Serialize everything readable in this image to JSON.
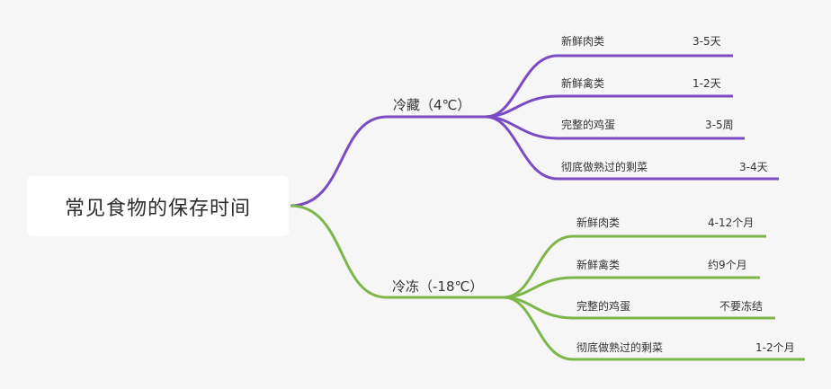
{
  "root": {
    "title": "常见食物的保存时间"
  },
  "branches": [
    {
      "label": "冷藏（4℃）",
      "color": "#7b4bc4",
      "items": [
        {
          "name": "新鲜肉类",
          "value": "3-5天"
        },
        {
          "name": "新鲜禽类",
          "value": "1-2天"
        },
        {
          "name": "完整的鸡蛋",
          "value": "3-5周"
        },
        {
          "name": "彻底做熟过的剩菜",
          "value": "3-4天"
        }
      ]
    },
    {
      "label": "冷冻（-18℃）",
      "color": "#7db64a",
      "items": [
        {
          "name": "新鲜肉类",
          "value": "4-12个月"
        },
        {
          "name": "新鲜禽类",
          "value": "约9个月"
        },
        {
          "name": "完整的鸡蛋",
          "value": "不要冻结"
        },
        {
          "name": "彻底做熟过的剩菜",
          "value": "1-2个月"
        }
      ]
    }
  ]
}
